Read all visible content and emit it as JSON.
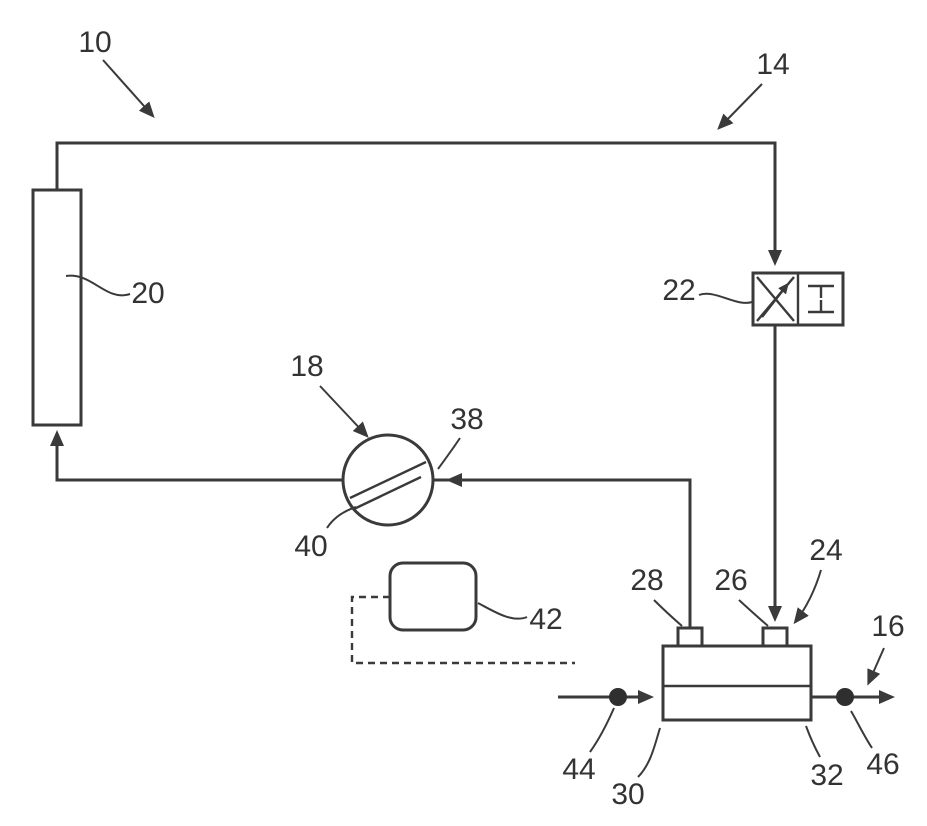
{
  "figure": {
    "type": "patent-style schematic of a refrigerant / thermal management circuit",
    "line_color": "#3a3a3a",
    "background_color": "#ffffff",
    "labels": {
      "10": "10",
      "14": "14",
      "16": "16",
      "18": "18",
      "20": "20",
      "22": "22",
      "24": "24",
      "26": "26",
      "28": "28",
      "30": "30",
      "32": "32",
      "38": "38",
      "40": "40",
      "42": "42",
      "44": "44",
      "46": "46"
    }
  }
}
